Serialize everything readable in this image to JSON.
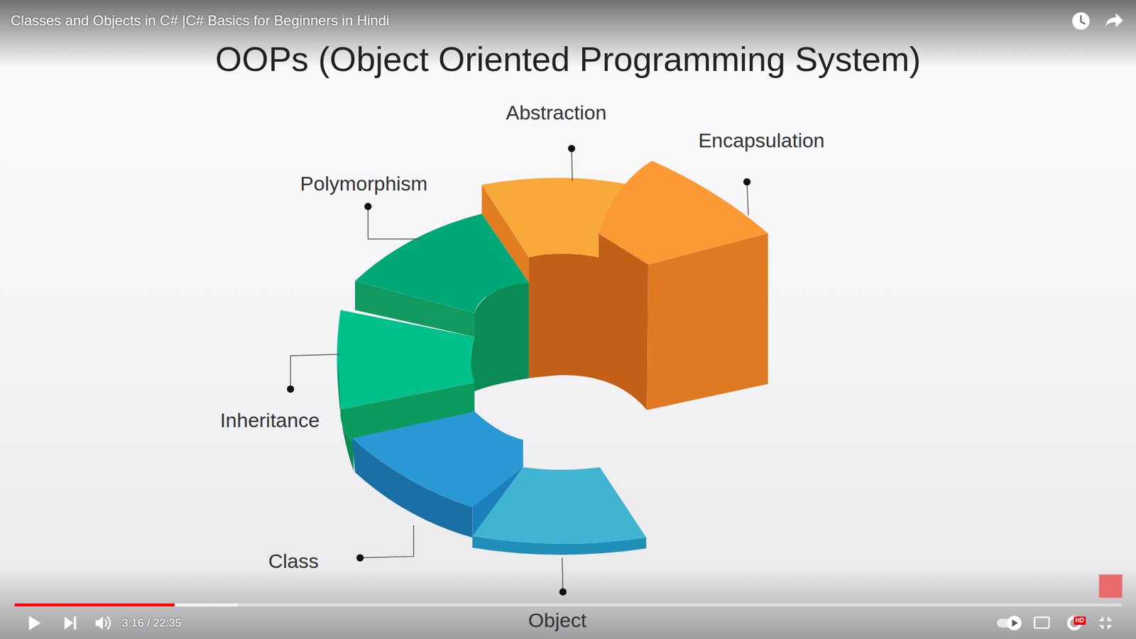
{
  "diagram": {
    "title": "OOPs (Object Oriented Programming System)",
    "labels": [
      "Classes and Objects in C# |C# Basics for Beginners in Hindi",
      "Abstraction",
      "Encapsulation",
      "Polymorphism",
      "Inheritance",
      "Class",
      "Object",
      "3:16 / 22:35",
      "HD"
    ]
  }
}
